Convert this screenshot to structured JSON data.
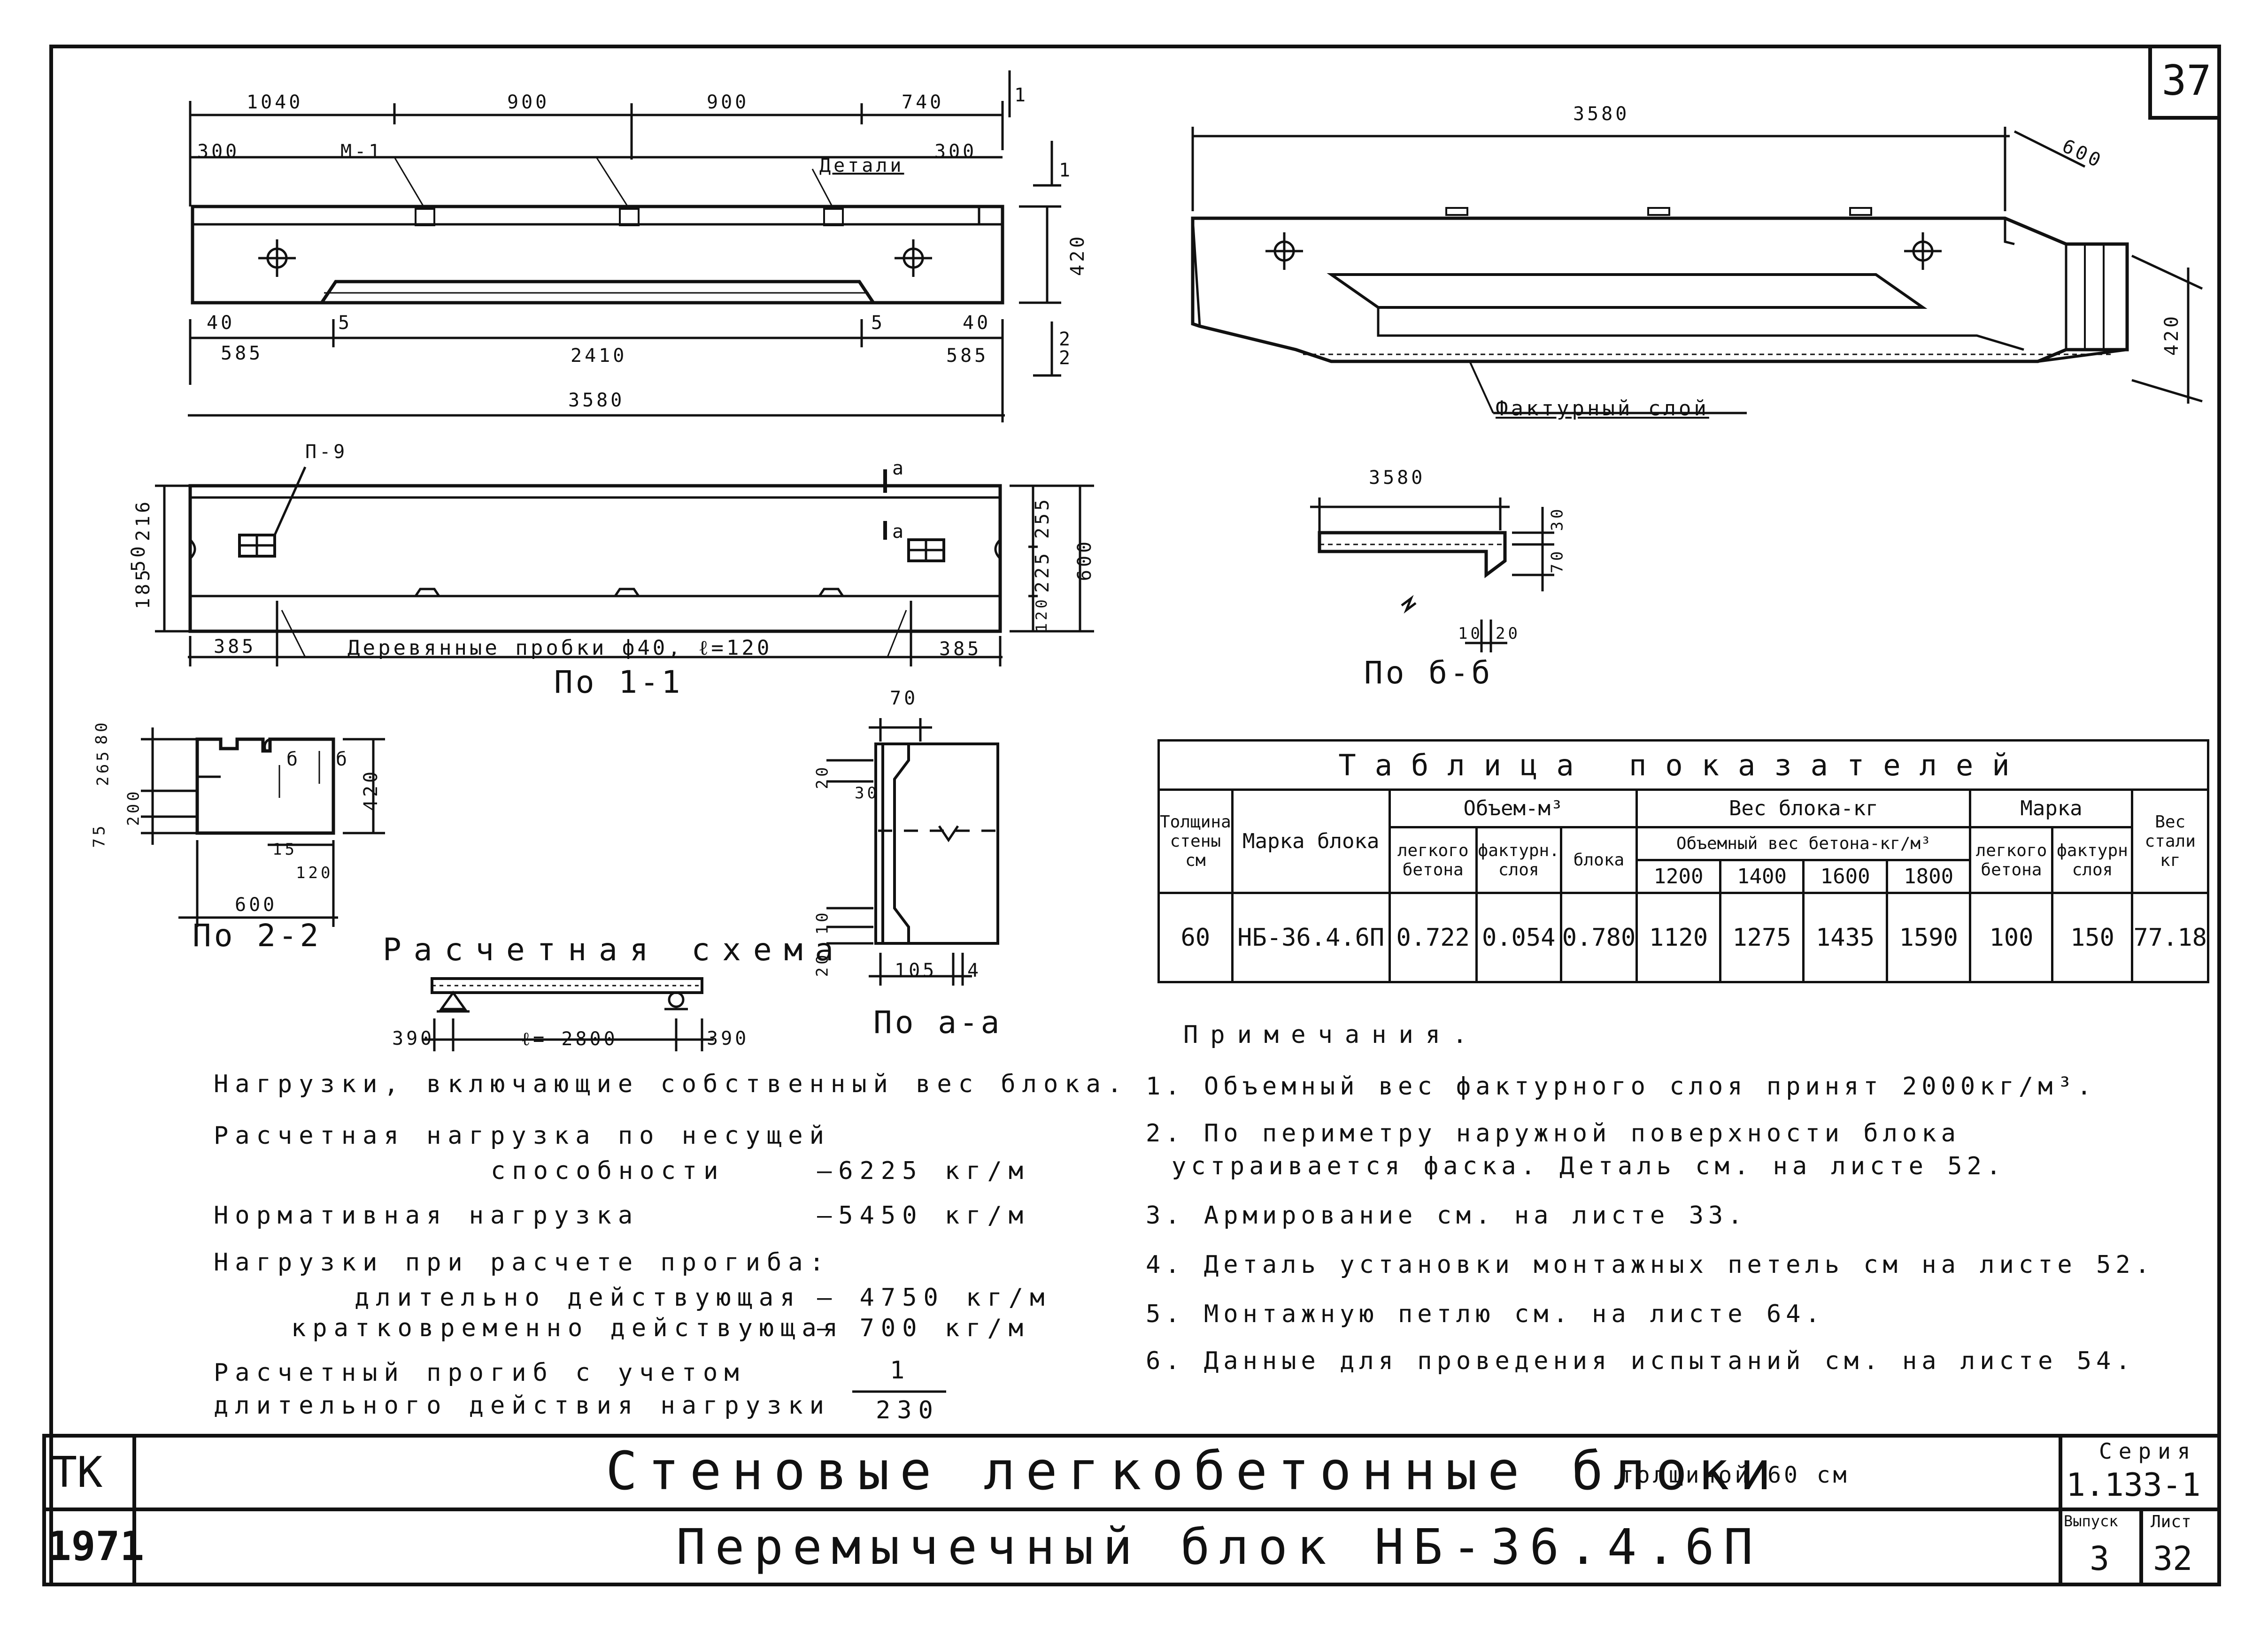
{
  "sheet_number": "37",
  "top_elevation": {
    "top_dims": [
      "1040",
      "900",
      "900",
      "740"
    ],
    "inner_left": "300",
    "inner_right": "300",
    "m_label": "М-1",
    "details_label": "Детали",
    "height_dim": "420",
    "bottom_small": [
      "40",
      "5",
      "5",
      "40"
    ],
    "bottom_dims": [
      "585",
      "2410",
      "585"
    ],
    "overall": "3580",
    "section_marks": [
      "1",
      "1",
      "2",
      "2"
    ]
  },
  "plan": {
    "p_label": "П-9",
    "left_dims": [
      "185",
      "50",
      "216"
    ],
    "right_dims": [
      "255",
      "225",
      "120"
    ],
    "height": "600",
    "bottom_left": "385",
    "bottom_right": "385",
    "note": "Деревянные пробки ф40, ℓ=120",
    "caption": "По 1-1",
    "section_marks": [
      "а",
      "а"
    ]
  },
  "section22": {
    "left_dims": [
      "80",
      "265",
      "200",
      "75"
    ],
    "right_dim": "420",
    "small_dims": [
      "15",
      "120"
    ],
    "width": "600",
    "caption": "По 2-2",
    "marks": [
      "б",
      "б"
    ]
  },
  "sectionaa": {
    "dims": [
      "70",
      "20",
      "30",
      "10",
      "20",
      "105",
      "4"
    ],
    "caption": "По а-а"
  },
  "scheme": {
    "title": "Расчетная схема",
    "left": "390",
    "span": "ℓ= 2800",
    "right": "390"
  },
  "isometric": {
    "length": "3580",
    "width": "600",
    "height": "420",
    "layer_label": "Фактурный слой"
  },
  "section_bb": {
    "length": "3580",
    "dims": [
      "30",
      "70",
      "10",
      "20"
    ],
    "caption": "По б-б"
  },
  "table": {
    "title": "Таблица показателей",
    "h_thickness": "Толщина стены см",
    "h_mark": "Марка блока",
    "h_volume": "Объем-м³",
    "h_weight": "Вес блока-кг",
    "h_grade": "Марка",
    "h_steel": "Вес стали кг",
    "h_light_concrete": "легкого бетона",
    "h_facing_layer": "фактурн. слоя",
    "h_block": "блока",
    "h_bulk_weight": "Объемный вес бетона-кг/м³",
    "h_grade_light": "легкого бетона",
    "h_grade_facing": "фактурн слоя",
    "weight_cols": [
      "1200",
      "1400",
      "1600",
      "1800"
    ],
    "row": [
      "60",
      "НБ-36.4.6П",
      "0.722",
      "0.054",
      "0.780",
      "1120",
      "1275",
      "1435",
      "1590",
      "100",
      "150",
      "77.18"
    ]
  },
  "loads": {
    "heading": "Нагрузки, включающие собственный вес блока.",
    "design_label_1": "Расчетная нагрузка по несущей",
    "design_label_2": "способности",
    "design_value": "—6225 кг/м",
    "normative_label": "Нормативная нагрузка",
    "normative_value": "—5450 кг/м",
    "deflection_heading": "Нагрузки при расчете прогиба:",
    "long_label": "длительно действующая",
    "long_value": "— 4750 кг/м",
    "short_label": "кратковременно действующая",
    "short_value": "— 700 кг/м",
    "defl_label_1": "Расчетный прогиб с учетом",
    "defl_label_2": "длительного действия нагрузки",
    "defl_num": "1",
    "defl_den": "230"
  },
  "notes": {
    "heading": "Примечания.",
    "items": [
      "1. Объемный вес фактурного слоя принят 2000кг/м³.",
      "2. По периметру наружной поверхности блока",
      "устраивается фаска. Деталь см. на листе 52.",
      "3. Армирование см. на листе 33.",
      "4. Деталь установки монтажных петель см на листе 52.",
      "5. Монтажную петлю см. на листе 64.",
      "6. Данные для проведения испытаний см. на листе 54."
    ]
  },
  "title_block": {
    "org": "ТК",
    "year": "1971",
    "title_main": "Стеновые легкобетонные блоки",
    "title_thickness": "толщиной 60 см",
    "title_sub": "Перемычечный блок НБ-36.4.6П",
    "series_label": "Серия",
    "series_value": "1.133-1",
    "issue_label": "Выпуск",
    "issue_value": "3",
    "sheet_label": "Лист",
    "sheet_value": "32"
  }
}
